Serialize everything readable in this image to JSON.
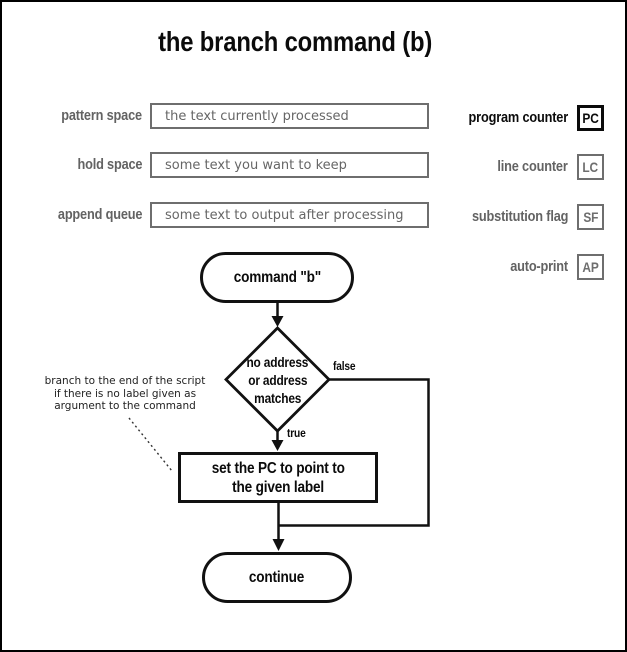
{
  "title": "the branch command (b)",
  "colors": {
    "ink": "#0b0b0b",
    "muted": "#666666"
  },
  "memory": {
    "rows": [
      {
        "label": "pattern space",
        "value": "the text currently processed"
      },
      {
        "label": "hold space",
        "value": "some text you want to keep"
      },
      {
        "label": "append queue",
        "value": "some text to output after processing"
      }
    ]
  },
  "registers": [
    {
      "label": "program counter",
      "abbr": "PC",
      "highlighted": true
    },
    {
      "label": "line counter",
      "abbr": "LC",
      "highlighted": false
    },
    {
      "label": "substitution flag",
      "abbr": "SF",
      "highlighted": false
    },
    {
      "label": "auto-print",
      "abbr": "AP",
      "highlighted": false
    }
  ],
  "flowchart": {
    "start": "command \"b\"",
    "decision": [
      "no address",
      "or address",
      "matches"
    ],
    "false_label": "false",
    "true_label": "true",
    "action": [
      "set the PC to point to",
      "the given label"
    ],
    "end": "continue",
    "annotation": [
      "branch to the end of the script",
      "if there is no label given as",
      "argument to the command"
    ]
  }
}
